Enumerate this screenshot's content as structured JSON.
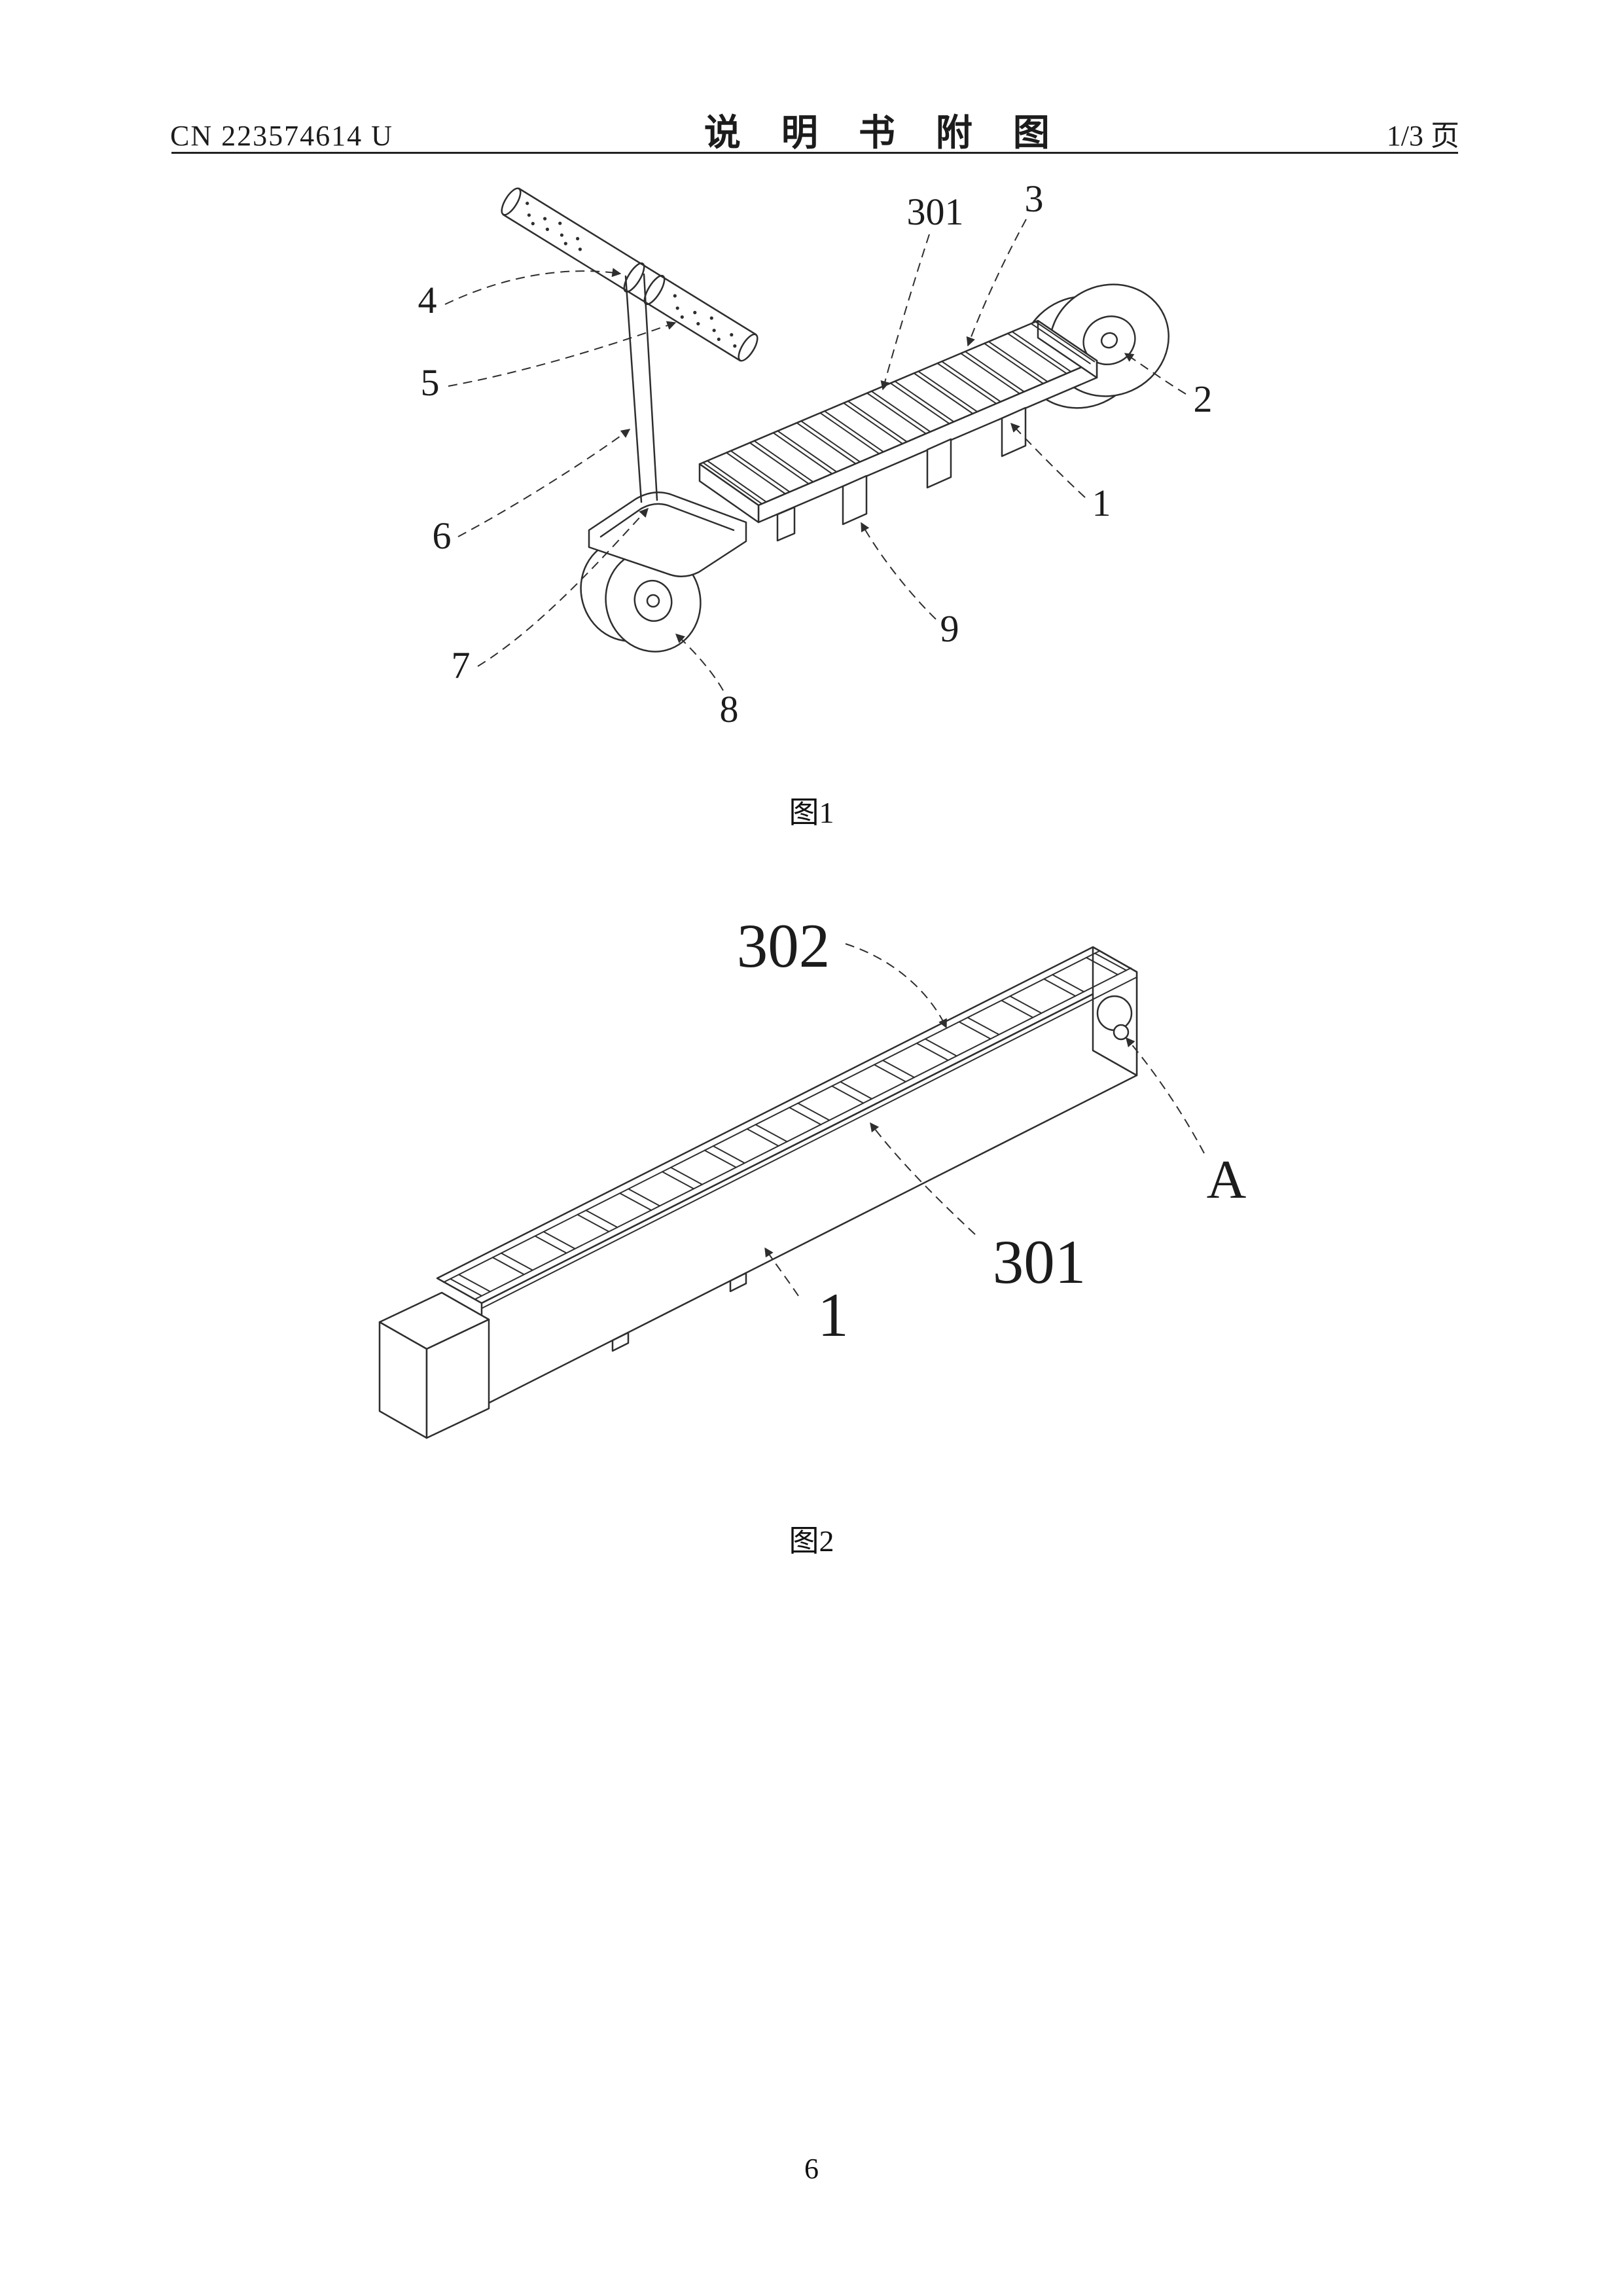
{
  "header": {
    "patent_number": "CN 223574614 U",
    "title": "说明书附图",
    "page_indicator": "1/3 页"
  },
  "figure1": {
    "caption": "图1",
    "labels": {
      "l4": "4",
      "l5": "5",
      "l6": "6",
      "l7": "7",
      "l8": "8",
      "l9": "9",
      "l301": "301",
      "l3": "3",
      "l2": "2",
      "l1": "1"
    }
  },
  "figure2": {
    "caption": "图2",
    "labels": {
      "l302": "302",
      "lA": "A",
      "l301": "301",
      "l1": "1"
    }
  },
  "footer": {
    "page_number": "6"
  }
}
